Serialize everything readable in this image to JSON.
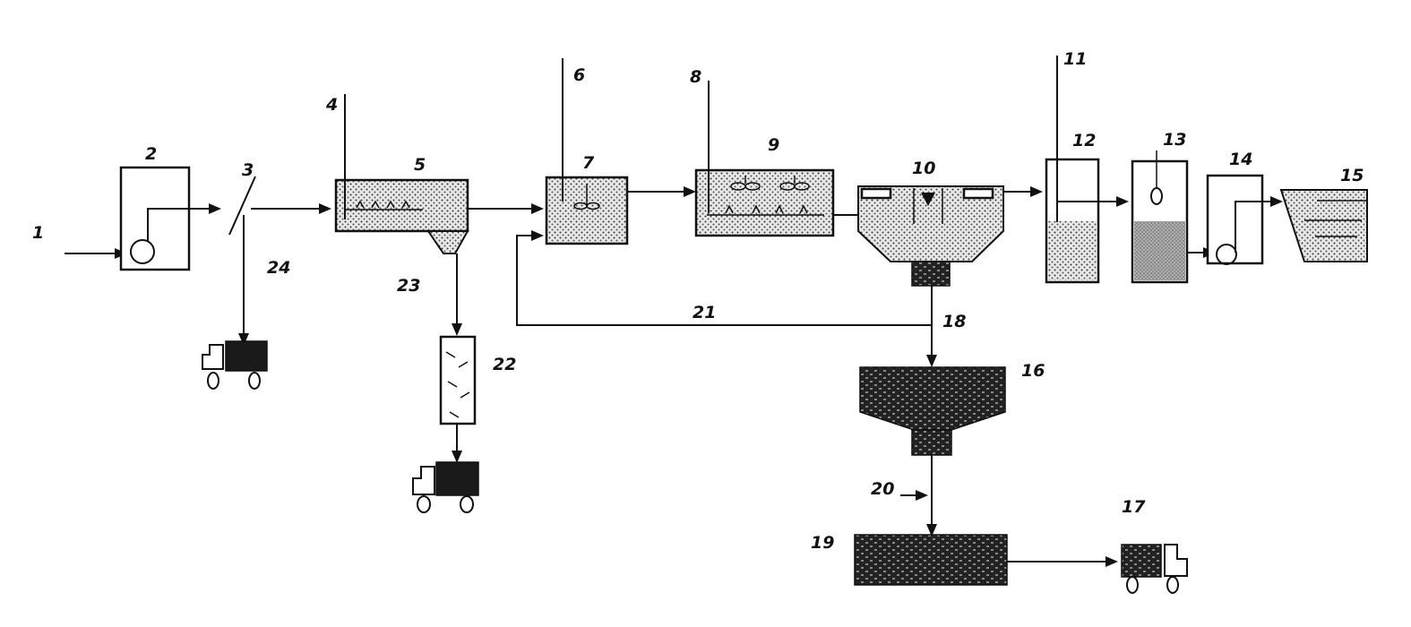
{
  "diagram": {
    "labels": {
      "n1": "1",
      "n2": "2",
      "n3": "3",
      "n4": "4",
      "n5": "5",
      "n6": "6",
      "n7": "7",
      "n8": "8",
      "n9": "9",
      "n10": "10",
      "n11": "11",
      "n12": "12",
      "n13": "13",
      "n14": "14",
      "n15": "15",
      "n16": "16",
      "n17": "17",
      "n18": "18",
      "n19": "19",
      "n20": "20",
      "n21": "21",
      "n22": "22",
      "n23": "23",
      "n24": "24"
    },
    "colors": {
      "ink": "#111111",
      "fill_dark": "#1a1a1a",
      "background": "#ffffff"
    }
  }
}
